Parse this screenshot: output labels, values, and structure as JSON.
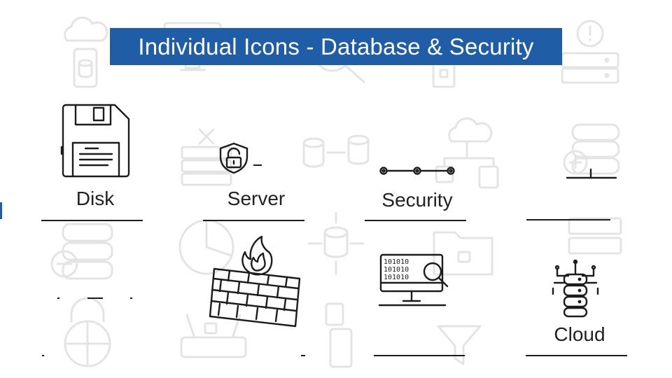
{
  "header": {
    "title": "Individual Icons - Database & Security"
  },
  "colors": {
    "banner": "#1f5ea7",
    "banner_text": "#ffffff",
    "ink": "#1c1c1c",
    "ghost": "#e4e4e4"
  },
  "icons": [
    {
      "label": "Disk",
      "icon": "floppy-disk-icon"
    },
    {
      "label": "Server",
      "icon": "shield-lock-icon"
    },
    {
      "label": "Security",
      "icon": "network-nodes-icon"
    },
    {
      "label": "",
      "icon": "database-plus-icon"
    },
    {
      "label": "",
      "icon": "firewall-icon"
    },
    {
      "label": "",
      "icon": "data-search-monitor-icon"
    },
    {
      "label": "Cloud",
      "icon": "database-network-icon"
    }
  ]
}
